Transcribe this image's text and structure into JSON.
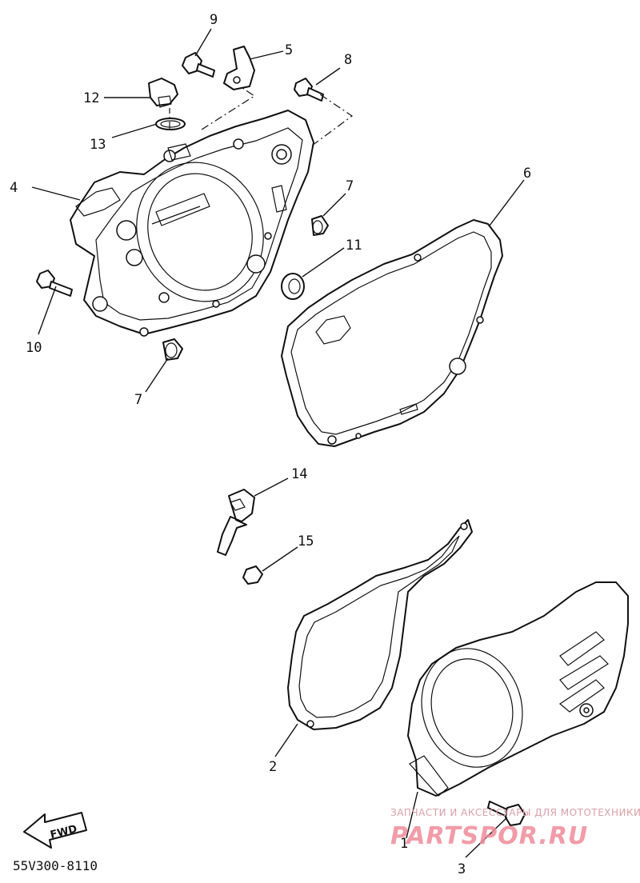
{
  "callouts": {
    "c1": "1",
    "c2": "2",
    "c3": "3",
    "c4": "4",
    "c5": "5",
    "c6": "6",
    "c7a": "7",
    "c7b": "7",
    "c8": "8",
    "c9": "9",
    "c10": "10",
    "c11": "11",
    "c12": "12",
    "c13": "13",
    "c14": "14",
    "c15": "15"
  },
  "direction_arrow_label": "FWD",
  "diagram_code": "55V300-8110",
  "watermark": {
    "tagline": "ЗАПЧАСТИ И АКСЕССУАРЫ ДЛЯ МОТОТЕХНИКИ",
    "brand": "PARTSPOR.RU"
  },
  "colors": {
    "line": "#111111",
    "watermark": "#ef8b9a"
  }
}
